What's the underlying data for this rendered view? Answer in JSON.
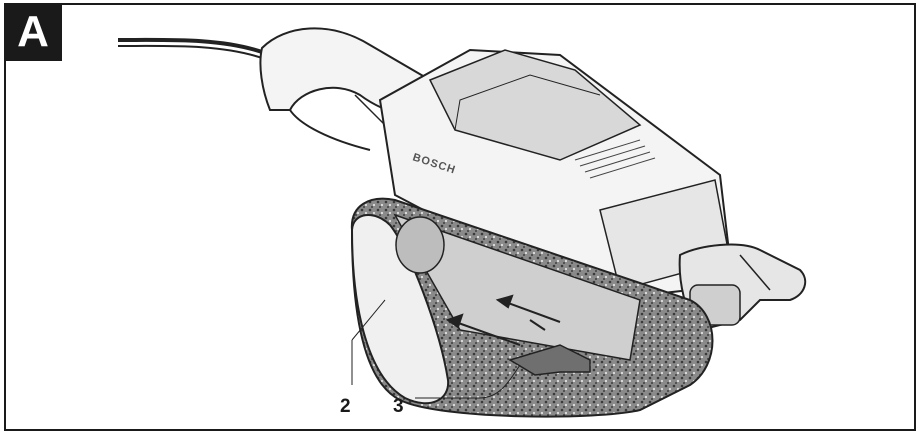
{
  "figure": {
    "label": "A",
    "brand": "BOSCH",
    "callouts": [
      {
        "number": "2"
      },
      {
        "number": "3"
      }
    ]
  },
  "colors": {
    "frame": "#1a1a1a",
    "body_fill": "#f4f4f4",
    "shadow_fill": "#cfcfcf",
    "belt_fill": "#7a7a7a"
  }
}
